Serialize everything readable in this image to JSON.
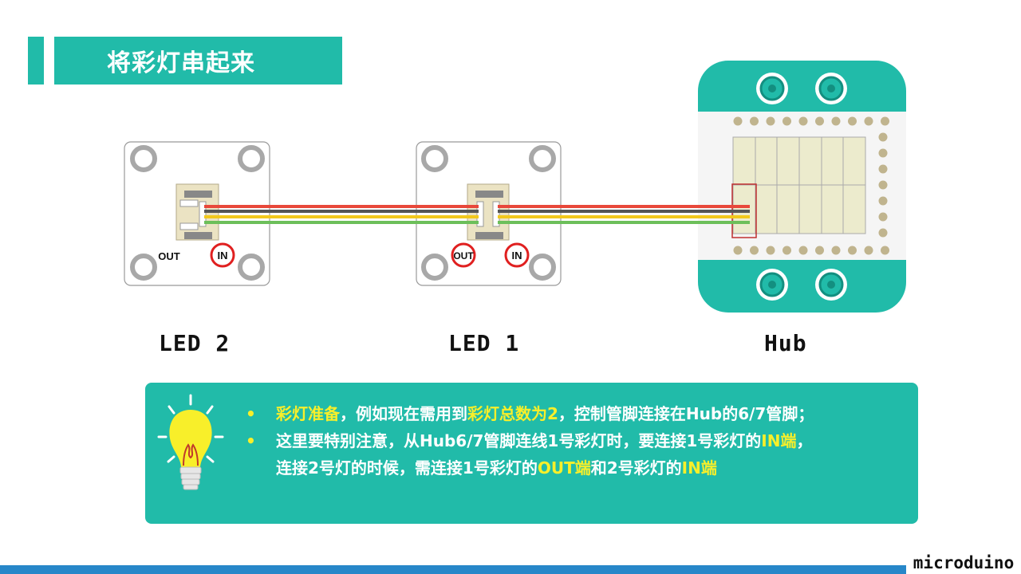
{
  "title": "将彩灯串起来",
  "diagram": {
    "led2": {
      "label": "LED 2",
      "out_label": "OUT",
      "in_label": "IN"
    },
    "led1": {
      "label": "LED 1",
      "out_label": "OUT",
      "in_label": "IN"
    },
    "hub": {
      "label": "Hub"
    },
    "wire_colors": [
      "#e8483a",
      "#555555",
      "#f2c81c",
      "#6cbf5a"
    ]
  },
  "info": {
    "bullet_symbol": "•",
    "item1": {
      "p1": "彩灯准备",
      "p2": "，例如现在需用到",
      "p3": "彩灯总数为2",
      "p4": "，控制管脚连接在Hub的6/7管脚；"
    },
    "item2": {
      "line1": {
        "p1": "这里要特别注意，从Hub6/7管脚连线1号彩灯时，要连接1号彩灯的",
        "p2": "IN端",
        "p3": "，"
      },
      "line2": {
        "p1": "连接2号灯的时候，需连接1号彩灯的",
        "p2": "OUT端",
        "p3": "和2号彩灯的",
        "p4": "IN端"
      }
    }
  },
  "brand": "microduino",
  "colors": {
    "accent": "#21bba9",
    "highlight": "#f8ef2a",
    "footer": "#2787c9",
    "marker": "#e02020"
  }
}
